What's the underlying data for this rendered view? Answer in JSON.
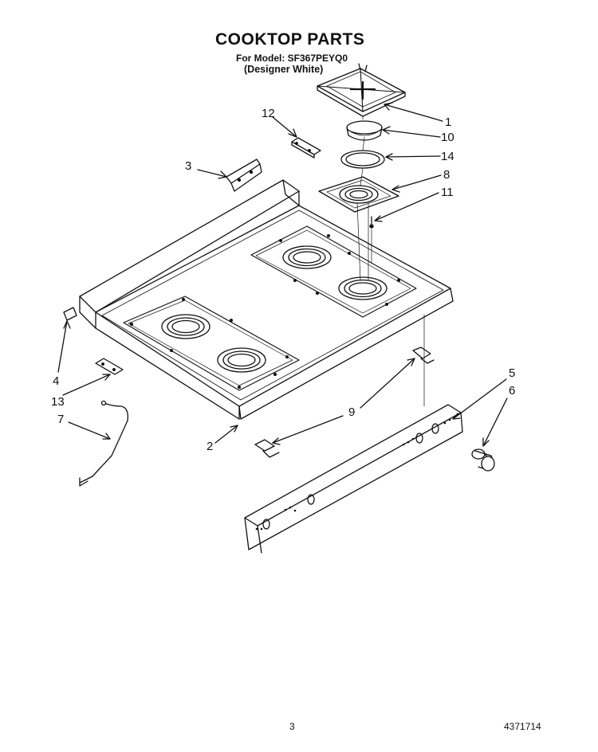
{
  "header": {
    "title": "COOKTOP PARTS",
    "model_line": "For Model: SF367PEYQ0",
    "finish_line": "(Designer White)"
  },
  "footer": {
    "page_number": "3",
    "document_code": "4371714"
  },
  "callouts": {
    "c1": "1",
    "c10": "10",
    "c14": "14",
    "c8": "8",
    "c11": "11",
    "c12": "12",
    "c3": "3",
    "c4": "4",
    "c13": "13",
    "c7": "7",
    "c2": "2",
    "c9": "9",
    "c5": "5",
    "c6": "6"
  }
}
